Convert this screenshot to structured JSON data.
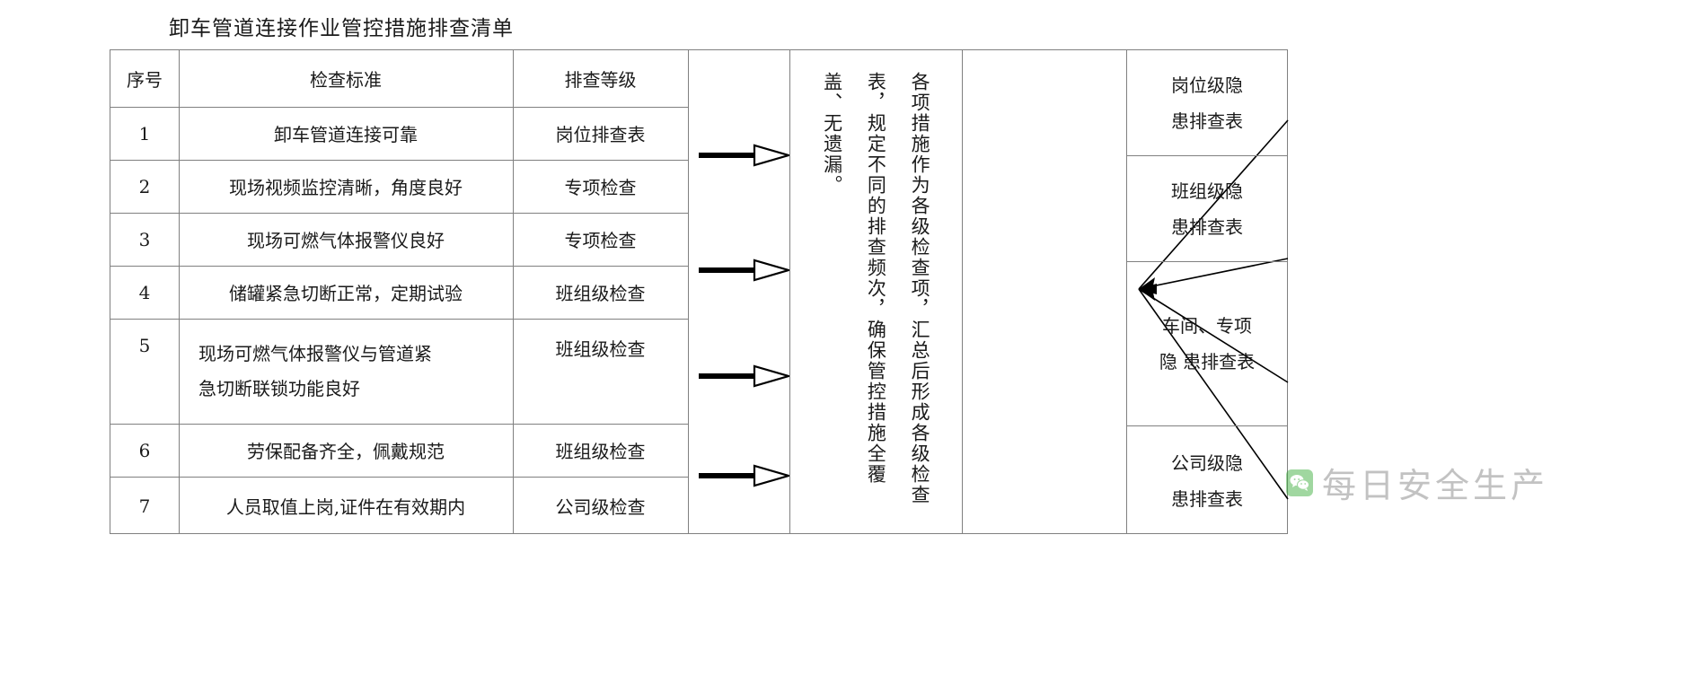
{
  "document": {
    "title": "卸车管道连接作业管控措施排查清单"
  },
  "table": {
    "headers": {
      "index": "序号",
      "standard": "检查标准",
      "level": "排查等级"
    },
    "rows": [
      {
        "index": "1",
        "standard": "卸车管道连接可靠",
        "standard_line2": "",
        "level": "岗位排查表"
      },
      {
        "index": "2",
        "standard": "现场视频监控清晰，角度良好",
        "standard_line2": "",
        "level": "专项检查"
      },
      {
        "index": "3",
        "standard": "现场可燃气体报警仪良好",
        "standard_line2": "",
        "level": "专项检查"
      },
      {
        "index": "4",
        "standard": "储罐紧急切断正常，定期试验",
        "standard_line2": "",
        "level": "班组级检查"
      },
      {
        "index": "5",
        "standard": "现场可燃气体报警仪与管道紧",
        "standard_line2": "急切断联锁功能良好",
        "level": "班组级检查"
      },
      {
        "index": "6",
        "standard": "劳保配备齐全，佩戴规范",
        "standard_line2": "",
        "level": "班组级检查"
      },
      {
        "index": "7",
        "standard": "人员取值上岗,证件在有效期内",
        "standard_line2": "",
        "level": "公司级检查"
      }
    ]
  },
  "flow": {
    "arrow_icon_name": "arrow-right-icon",
    "arrow_count": 4,
    "summary_paragraph": "各项措施作为各级检查项，汇总后形成各级检查表，规定不同的排查频次，确保管控措施全覆盖、无遗漏。",
    "converge_icon_name": "converging-arrows-icon",
    "outputs": [
      {
        "line1": "岗位级隐",
        "line2": "患排查表"
      },
      {
        "line1": "班组级隐",
        "line2": "患排查表"
      },
      {
        "line1": "车间、专项",
        "line2": "隐  患排查表"
      },
      {
        "line1": "公司级隐",
        "line2": "患排查表"
      }
    ]
  },
  "watermark": {
    "label": "每日安全生产",
    "icon_name": "wechat-icon"
  },
  "colors": {
    "border": "#808080",
    "text": "#1a1a1a",
    "watermark_text": "#7a7a7a",
    "wechat_green": "#2fa82f"
  }
}
